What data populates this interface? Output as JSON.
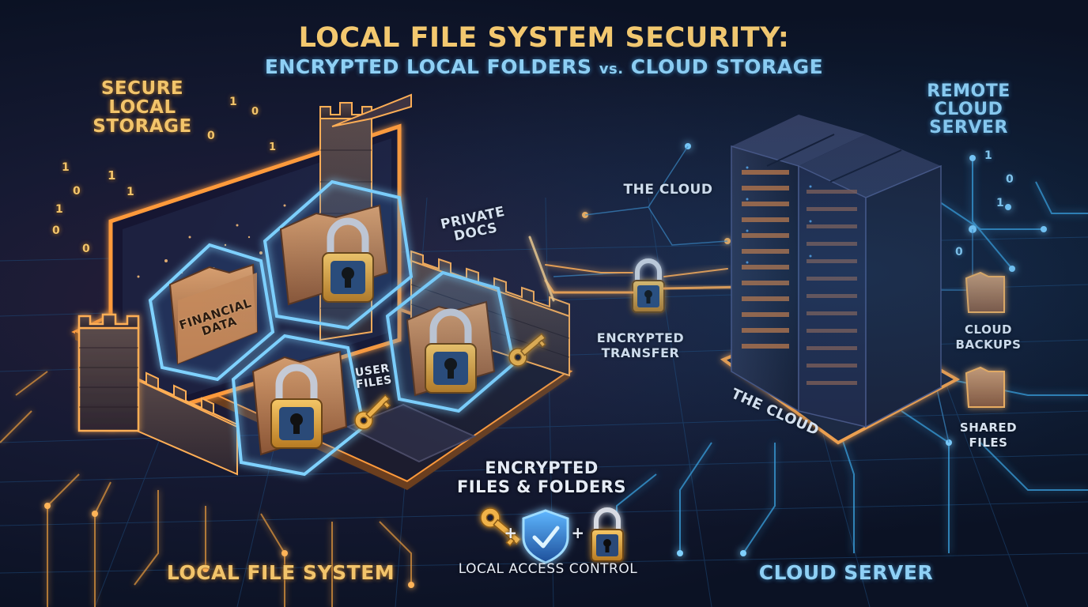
{
  "title": {
    "main": "LOCAL FILE SYSTEM SECURITY:",
    "sub_left": "ENCRYPTED LOCAL FOLDERS",
    "sub_vs": "vs.",
    "sub_right": "CLOUD STORAGE"
  },
  "labels": {
    "secure_local_storage": [
      "SECURE",
      "LOCAL",
      "STORAGE"
    ],
    "financial_data": [
      "FINANCIAL",
      "DATA"
    ],
    "private_docs": [
      "PRIVATE",
      "DOCS"
    ],
    "user_files": [
      "USER",
      "FILES"
    ],
    "the_cloud_top": "THE CLOUD",
    "encrypted_transfer": [
      "ENCRYPTED",
      "TRANSFER"
    ],
    "remote_cloud_server": [
      "REMOTE",
      "CLOUD",
      "SERVER"
    ],
    "cloud_backups": [
      "CLOUD",
      "BACKUPS"
    ],
    "shared_files": [
      "SHARED",
      "FILES"
    ],
    "the_cloud_base": "THE CLOUD",
    "encrypted_files_folders": [
      "ENCRYPTED",
      "FILES & FOLDERS"
    ],
    "plus": "+",
    "local_access_control": "LOCAL ACCESS CONTROL",
    "local_file_system": "LOCAL FILE SYSTEM",
    "cloud_server": "CLOUD SERVER"
  },
  "binary_digits": [
    "1",
    "0",
    "1",
    "0",
    "1",
    "1",
    "0",
    "0",
    "1",
    "0",
    "1",
    "1",
    "0",
    "1",
    "0"
  ],
  "colors": {
    "gold": "#f2c46b",
    "blue": "#8fd0f5",
    "background": "#0b1224",
    "glow_orange": "#ff9a3a",
    "glow_blue": "#4fc3ff"
  },
  "icons": [
    "lock-icon",
    "key-icon",
    "shield-check-icon",
    "folder-icon",
    "server-rack-icon",
    "castle-tower-icon"
  ]
}
